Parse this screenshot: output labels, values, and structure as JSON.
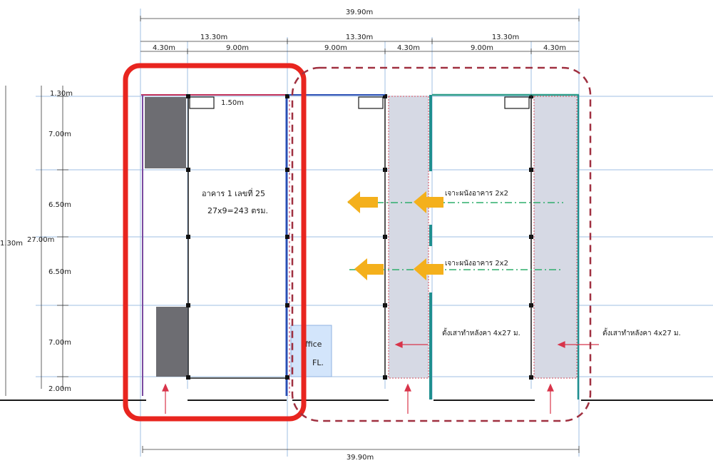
{
  "dimensions": {
    "total_top": "39.90m",
    "total_bottom": "39.90m",
    "bays": [
      "13.30m",
      "13.30m",
      "13.30m"
    ],
    "sub_bay_1": [
      "4.30m",
      "9.00m"
    ],
    "sub_bay_2": [
      "9.00m",
      "4.30m"
    ],
    "sub_bay_3": [
      "9.00m",
      "4.30m"
    ],
    "left_total_partial": "1.30m",
    "left_total": "27.00m",
    "left_segments": [
      "1.30m",
      "7.00m",
      "6.50m",
      "6.50m",
      "7.00m",
      "2.00m"
    ],
    "small_offset": "1.50m"
  },
  "labels": {
    "building_name": "อาคาร 1 เลขที่ 25",
    "building_area": "27x9=243 ตรม.",
    "wall_opening_1": "เจาะผนังอาคาร 2x2",
    "wall_opening_2": "เจาะผนังอาคาร 2x2",
    "roof_column_1": "ตั้งเสาทำหลังคา 4x27 ม.",
    "roof_column_2": "ตั้งเสาทำหลังคา 4x27 ม.",
    "office_line1": "ffice",
    "office_line2": "FL."
  },
  "colors": {
    "highlight_red": "#e8251f",
    "dashed_maroon": "#a03040",
    "grid_blue": "#7fa7d6",
    "arrow_orange": "#f4b01c",
    "teal": "#1f8f8f",
    "dash_green": "#2fae6c",
    "gray_block": "#6d6d72",
    "lane_fill": "#d6d9e4",
    "office_fill": "#d3e5fb"
  }
}
